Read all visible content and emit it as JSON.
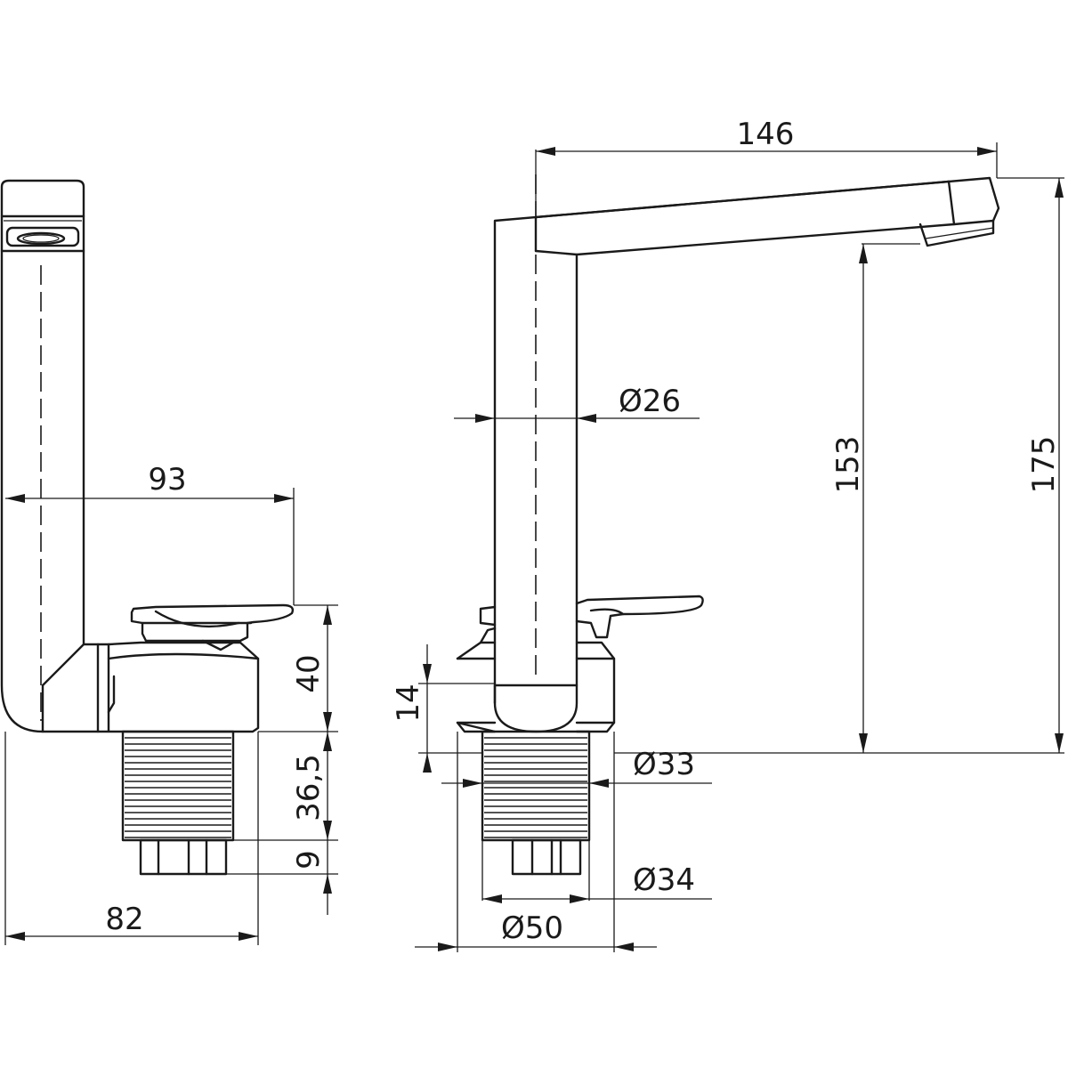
{
  "dimensions": {
    "side_lever_reach": "93",
    "side_body_height": "40",
    "side_thread_length": "36,5",
    "side_nut_height": "9",
    "side_base_width": "82",
    "front_spout_reach": "146",
    "front_column_diameter": "Ø26",
    "front_outlet_height": "153",
    "front_total_height": "175",
    "front_base_offset": "14",
    "front_thread_diameter": "Ø33",
    "front_nut_diameter": "Ø34",
    "front_base_diameter": "Ø50"
  }
}
